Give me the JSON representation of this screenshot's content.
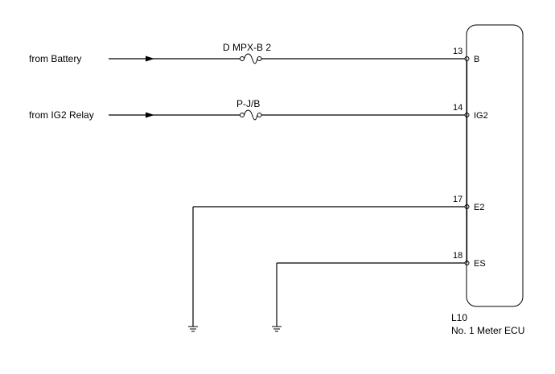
{
  "sources": {
    "battery": "from Battery",
    "ig2_relay": "from IG2 Relay"
  },
  "fuses": {
    "top": "D MPX-B 2",
    "bottom": "P-J/B"
  },
  "pins": {
    "b": {
      "number": "13",
      "name": "B"
    },
    "ig2": {
      "number": "14",
      "name": "IG2"
    },
    "e2": {
      "number": "17",
      "name": "E2"
    },
    "es": {
      "number": "18",
      "name": "ES"
    }
  },
  "ecu": {
    "connector": "L10",
    "name": "No. 1 Meter ECU"
  }
}
